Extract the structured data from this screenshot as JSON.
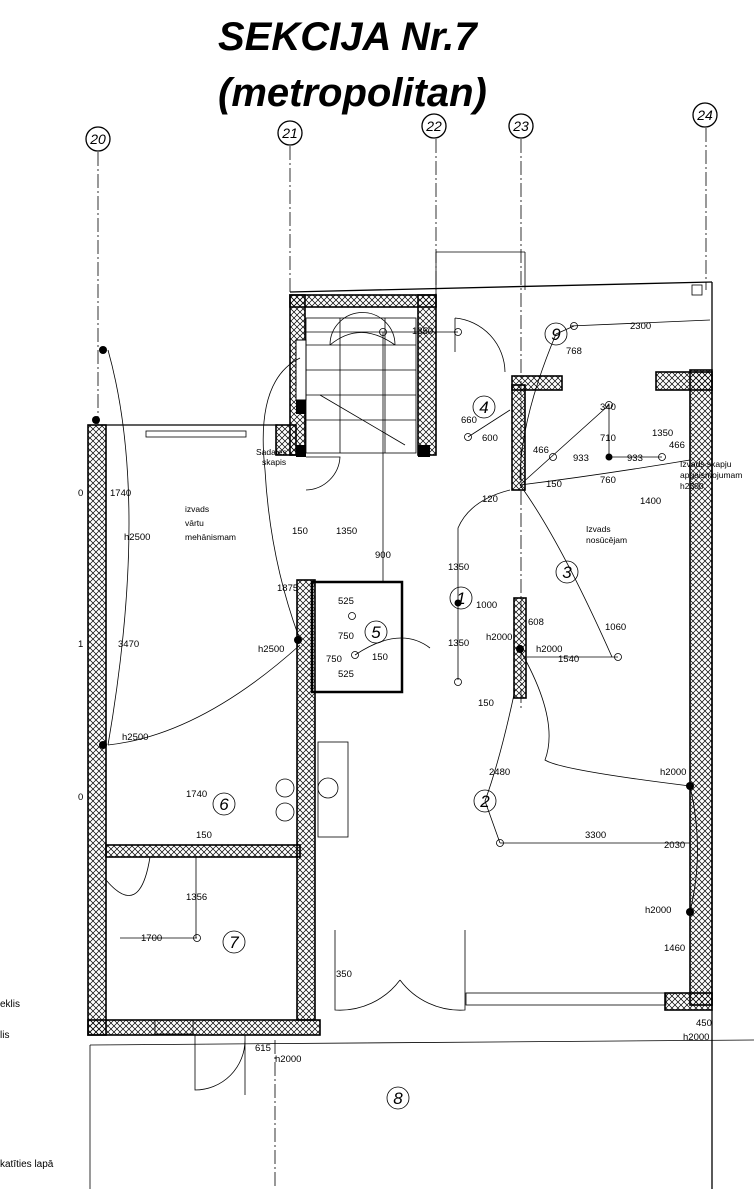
{
  "title": {
    "line1": "SEKCIJA  Nr.7",
    "line2": "(metropolitan)"
  },
  "axes": [
    "20",
    "21",
    "22",
    "23",
    "24"
  ],
  "rooms": [
    "9",
    "4",
    "3",
    "1",
    "5",
    "6",
    "2",
    "7",
    "8"
  ],
  "notes": {
    "sadales_1": "Sadales",
    "sadales_2": "skapis",
    "izvads_vartu_1": "izvads",
    "izvads_vartu_2": "vārtu",
    "izvads_vartu_3": "mehānismam",
    "izvads_skapju_1": "Izvads skapju",
    "izvads_skapju_2": "apgaismojumam",
    "izvads_skapju_3": "h2300",
    "izvads_nos_1": "Izvads",
    "izvads_nos_2": "nosūcējam"
  },
  "dimensions": {
    "d2300": "2300",
    "d768": "768",
    "d340": "340",
    "d710": "710",
    "d1350a": "1350",
    "d466a": "466",
    "d466b": "466",
    "d933a": "933",
    "d933b": "933",
    "d760": "760",
    "d1400": "1400",
    "d660": "660",
    "d600": "600",
    "d150a": "150",
    "d120": "120",
    "d1740a": "1740",
    "d2500a": "h2500",
    "d3470": "3470",
    "d2500b": "h2500",
    "d2500c": "h2500",
    "d150b": "150",
    "d1350b": "1350",
    "d1350c": "1350",
    "d900": "900",
    "d1875": "1875",
    "d525a": "525",
    "d750a": "750",
    "d750b": "750",
    "d150c": "150",
    "d525b": "525",
    "d1350d": "1350",
    "d1000": "1000",
    "d608": "608",
    "d2000a": "h2000",
    "d2000b": "h2000",
    "d1540": "1540",
    "d1060": "1060",
    "d1350e": "1350",
    "d150d": "150",
    "d2480": "2480",
    "d3300": "3300",
    "d2000c": "h2000",
    "d2030": "2030",
    "d2000d": "h2000",
    "d1460": "1460",
    "d1740b": "1740",
    "d150e": "150",
    "d1356": "1356",
    "d1700": "1700",
    "d350": "350",
    "d615": "615",
    "d2000e": "h2000",
    "d450": "450",
    "d2000f": "h2000",
    "left0a": "0",
    "left1": "1",
    "left0b": "0"
  },
  "margin_text": [
    "eklis",
    "lis",
    "katīties lapā"
  ]
}
